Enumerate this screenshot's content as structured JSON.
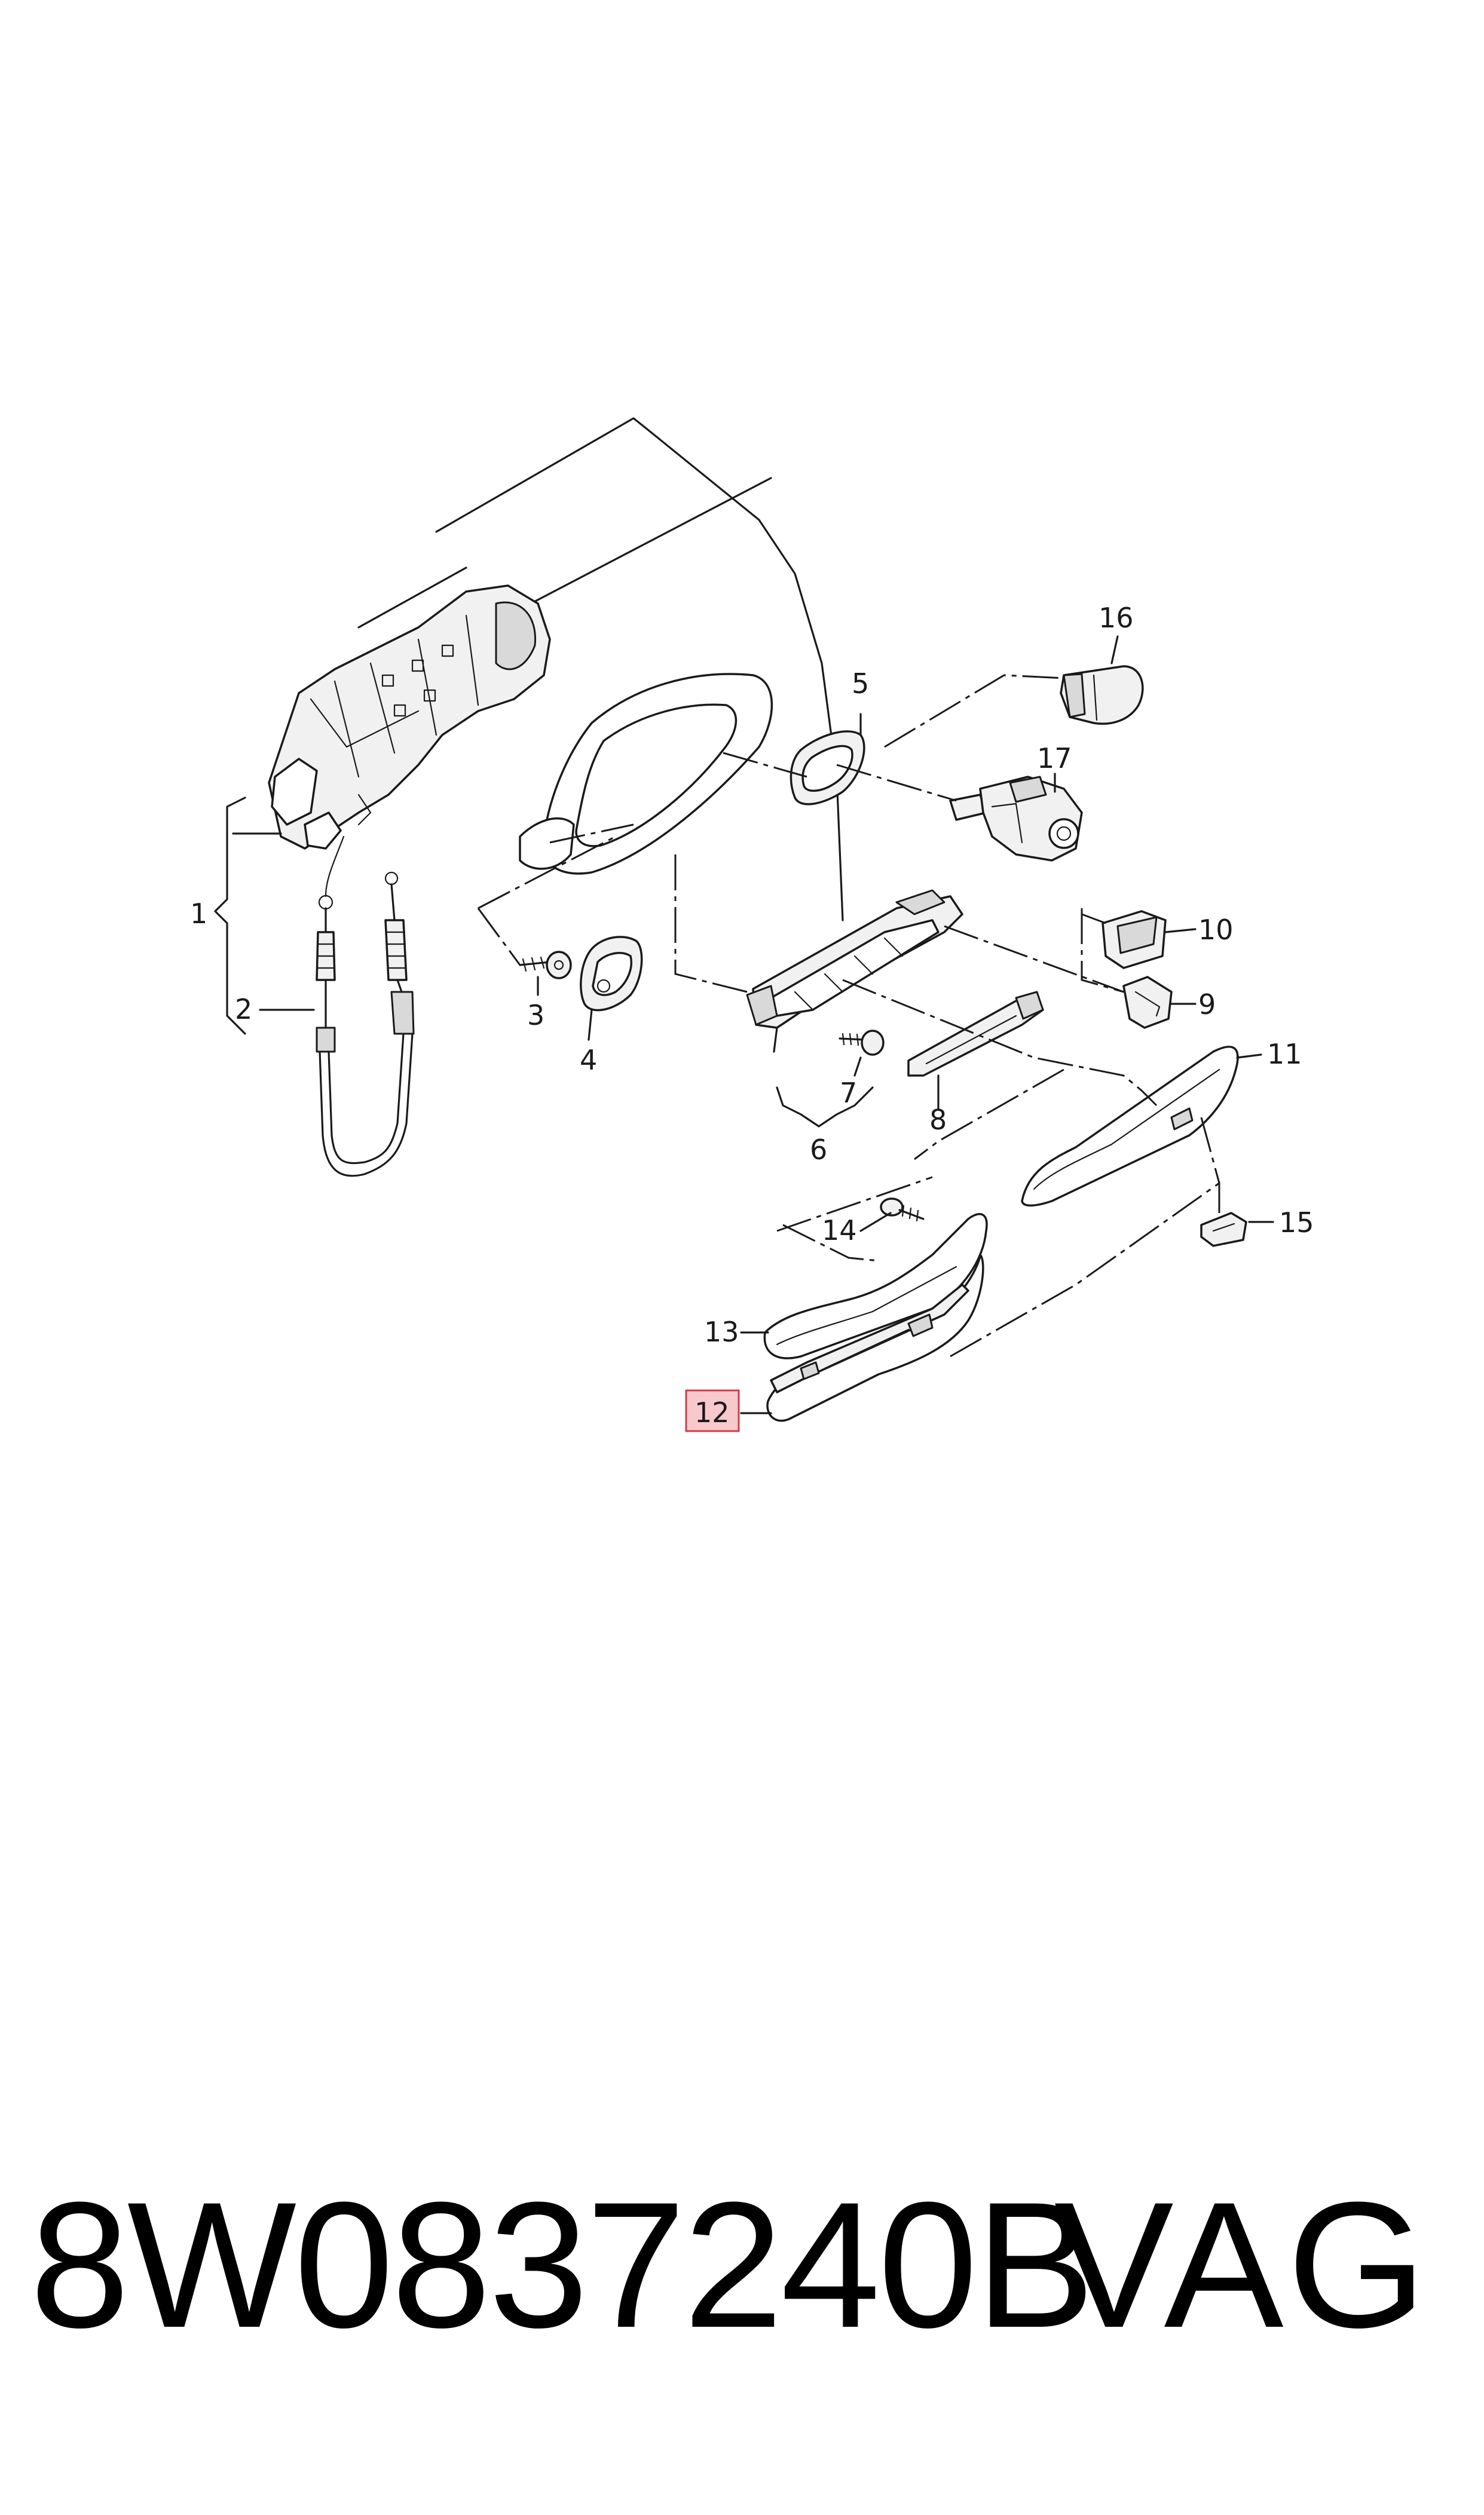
{
  "callouts": [
    {
      "id": "1",
      "label": "1"
    },
    {
      "id": "2",
      "label": "2"
    },
    {
      "id": "3",
      "label": "3"
    },
    {
      "id": "4",
      "label": "4"
    },
    {
      "id": "5",
      "label": "5"
    },
    {
      "id": "6",
      "label": "6"
    },
    {
      "id": "7",
      "label": "7"
    },
    {
      "id": "8",
      "label": "8"
    },
    {
      "id": "9",
      "label": "9"
    },
    {
      "id": "10",
      "label": "10"
    },
    {
      "id": "11",
      "label": "11"
    },
    {
      "id": "12",
      "label": "12",
      "highlighted": true
    },
    {
      "id": "13",
      "label": "13"
    },
    {
      "id": "14",
      "label": "14"
    },
    {
      "id": "15",
      "label": "15"
    },
    {
      "id": "16",
      "label": "16"
    },
    {
      "id": "17",
      "label": "17"
    }
  ],
  "highlight_color": "#f7c9cc",
  "highlight_border": "#d9394a",
  "footer": {
    "part_number": "8W0837240B",
    "brand": "VAG"
  }
}
